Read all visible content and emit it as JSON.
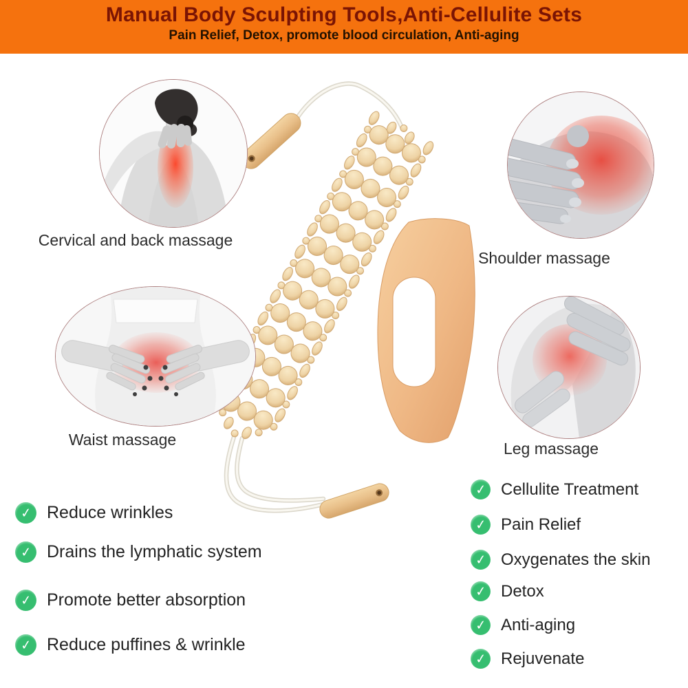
{
  "header": {
    "title": "Manual Body Sculpting Tools,Anti-Cellulite Sets",
    "subtitle": "Pain Relief, Detox, promote blood circulation, Anti-aging"
  },
  "sections": [
    {
      "caption": "Cervical and back massage",
      "icon": "back-neck-massage-photo"
    },
    {
      "caption": "Shoulder massage",
      "icon": "shoulder-massage-photo"
    },
    {
      "caption": "Waist massage",
      "icon": "waist-massage-photo"
    },
    {
      "caption": "Leg massage",
      "icon": "leg-knee-massage-photo"
    }
  ],
  "benefits_left": [
    "Reduce wrinkles",
    "Drains the lymphatic system",
    "Promote better absorption",
    "Reduce puffines & wrinkle"
  ],
  "benefits_right": [
    "Cellulite Treatment",
    "Pain Relief",
    "Oxygenates the skin",
    "Detox",
    "Anti-aging",
    "Rejuvenate"
  ],
  "illustrations": {
    "roller": "wooden-bead-roller-rope-massager",
    "paddle": "wooden-gua-sha-scraping-paddle"
  },
  "colors": {
    "banner_bg": "#F5720E",
    "title_text": "#7A1404",
    "subtitle_text": "#221100",
    "check_green": "#36BE70",
    "highlight_red": "#FF4A30",
    "wood_light": "#F2DCB4",
    "wood_mid": "#E9C08A",
    "photo_border": "#AD8080",
    "body_text": "#222222"
  }
}
